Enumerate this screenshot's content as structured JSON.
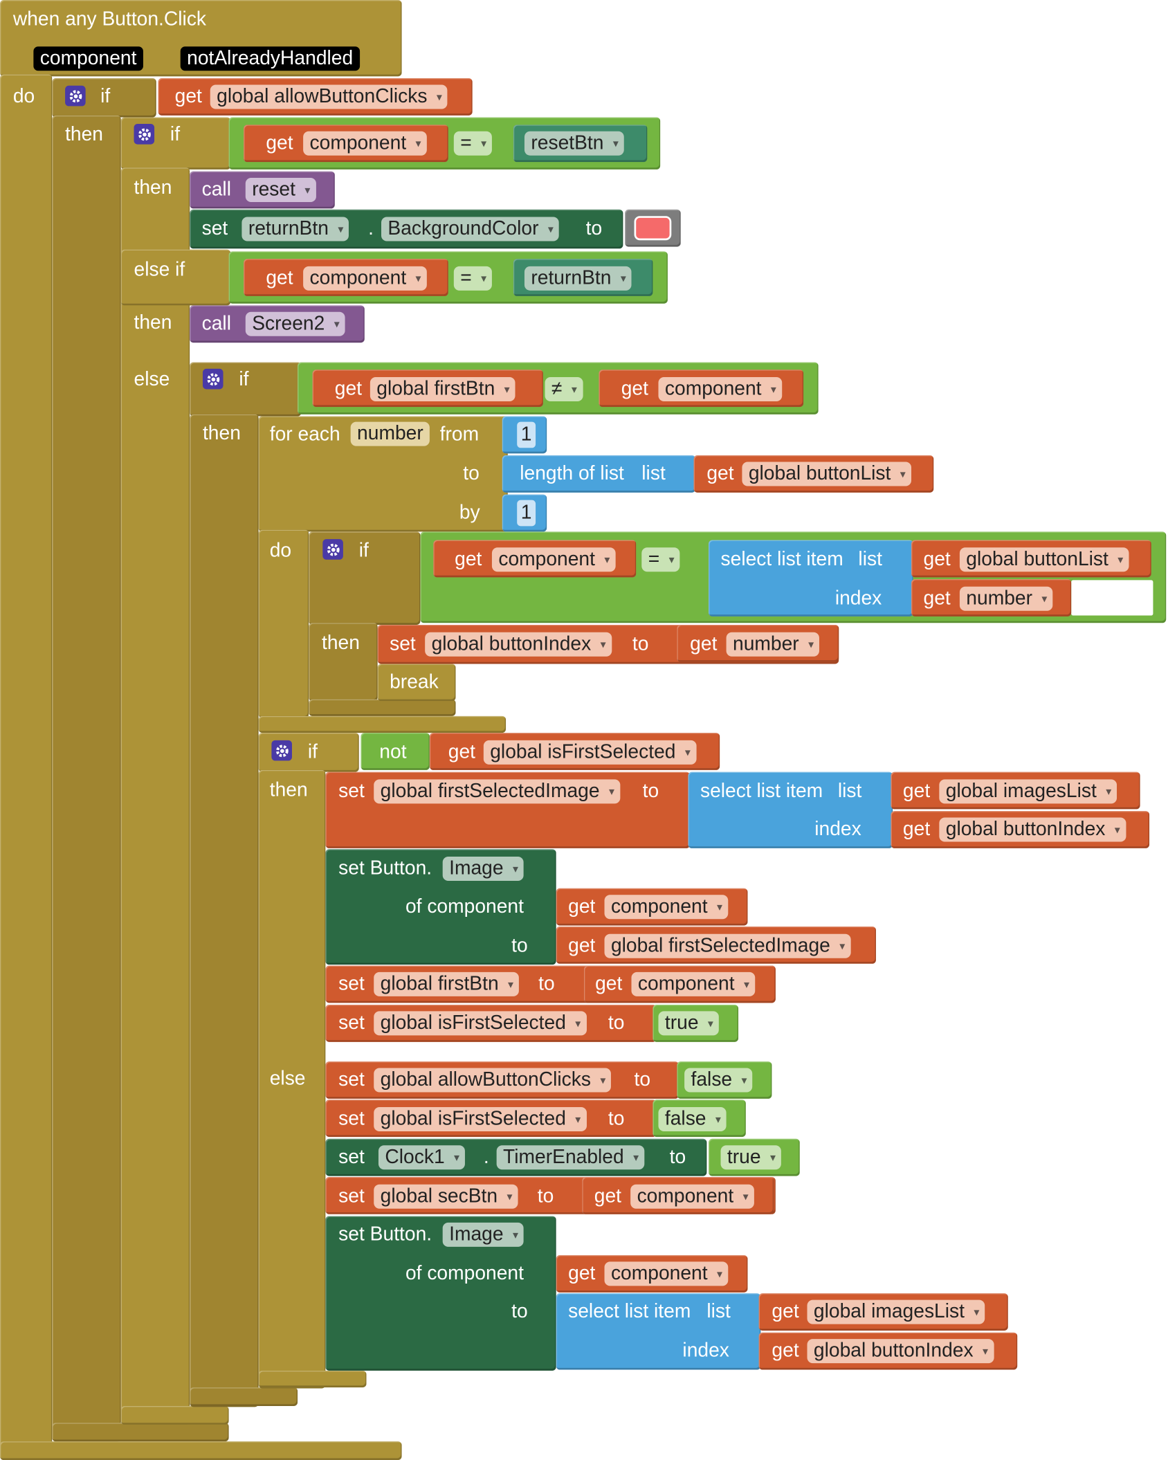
{
  "event": {
    "title": "when any Button.Click",
    "param1": "component",
    "param2": "notAlreadyHandled",
    "do": "do"
  },
  "kw": {
    "if": "if",
    "then": "then",
    "else_if": "else if",
    "else": "else",
    "get": "get",
    "set": "set",
    "call": "call",
    "to": "to",
    "dot": ".",
    "for_each": "for each",
    "from": "from",
    "by": "by",
    "do": "do",
    "length_of_list": "length of list",
    "list": "list",
    "select_list_item": "select list item",
    "index": "index",
    "not": "not",
    "break": "break",
    "set_button": "set Button.",
    "of_component": "of component"
  },
  "ops": {
    "eq": "=",
    "neq": "≠"
  },
  "vars": {
    "allow_clicks": "global allowButtonClicks",
    "component": "component",
    "first_btn": "global firstBtn",
    "button_list": "global buttonList",
    "number": "number",
    "button_index": "global buttonIndex",
    "is_first_selected": "global isFirstSelected",
    "first_selected_image": "global firstSelectedImage",
    "images_list": "global imagesList",
    "sec_btn": "global secBtn"
  },
  "components": {
    "reset_btn": "resetBtn",
    "return_btn": "returnBtn",
    "clock": "Clock1"
  },
  "props": {
    "background_color": "BackgroundColor",
    "image": "Image",
    "timer_enabled": "TimerEnabled"
  },
  "procs": {
    "reset": "reset",
    "screen2": "Screen2"
  },
  "values": {
    "one": "1",
    "true": "true",
    "false": "false"
  },
  "colors": {
    "control": "#ad9337",
    "logic": "#74b641",
    "variables": "#d05a2e",
    "procedures": "#835891",
    "lists": "#4aa3dc",
    "components": "#2b6a44",
    "background_color_value": "#f56a6a"
  }
}
